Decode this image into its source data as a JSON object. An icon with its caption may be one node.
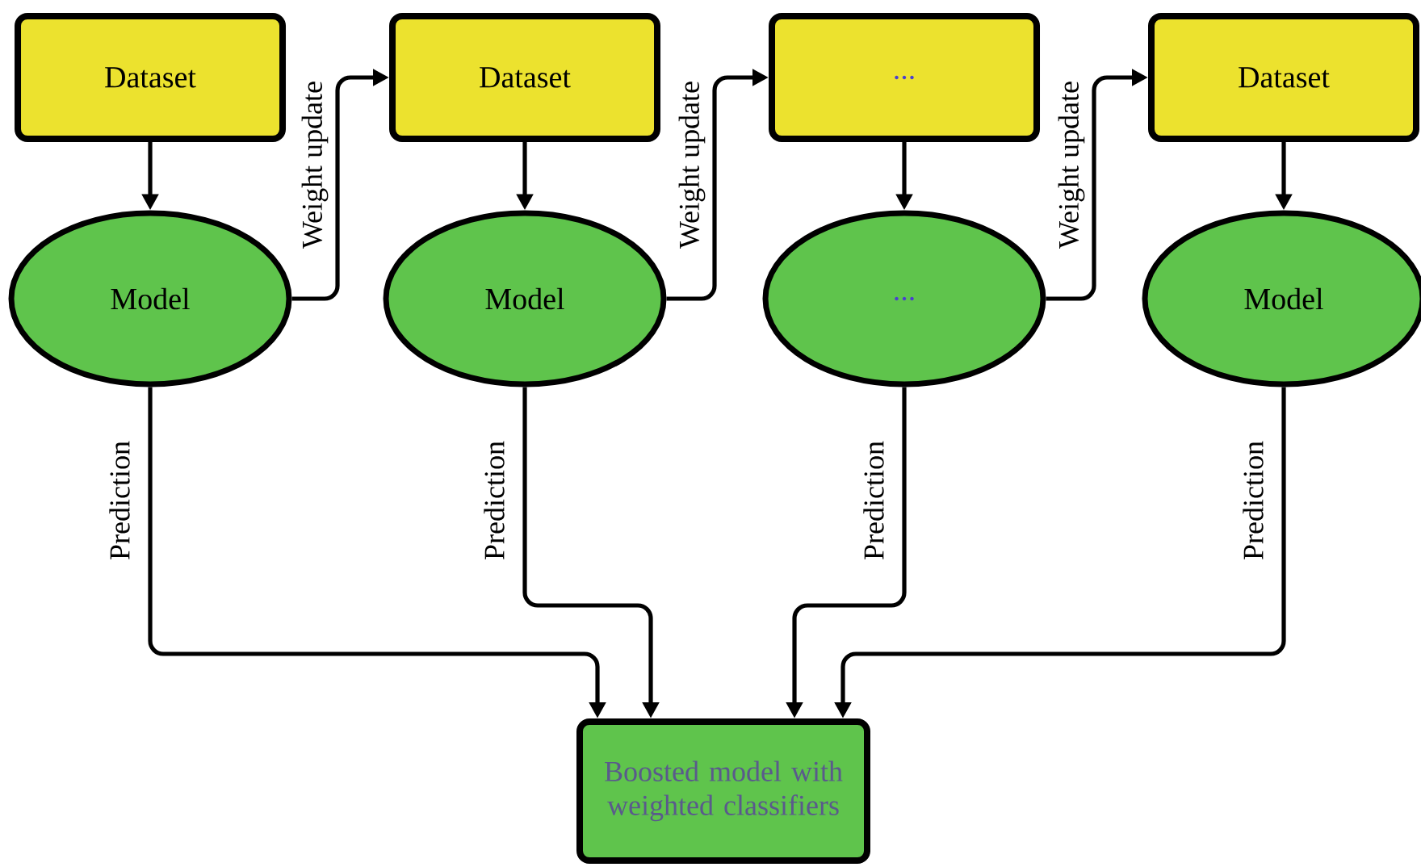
{
  "diagram": {
    "nodes": [
      {
        "text": [
          "Dataset"
        ]
      },
      {
        "text": [
          "Dataset"
        ]
      },
      {
        "text": [
          "..."
        ]
      },
      {
        "text": [
          "Dataset"
        ]
      },
      {
        "text": [
          "Model"
        ]
      },
      {
        "text": [
          "Model"
        ]
      },
      {
        "text": [
          "..."
        ]
      },
      {
        "text": [
          "Model"
        ]
      },
      {
        "text": [
          "Boosted model with weighted classifiers"
        ]
      }
    ],
    "edges": [
      {
        "from": 0,
        "to": 4,
        "arrow": "to"
      },
      {
        "from": 1,
        "to": 5,
        "arrow": "to"
      },
      {
        "from": 2,
        "to": 6,
        "arrow": "to"
      },
      {
        "from": 3,
        "to": 7,
        "arrow": "to"
      },
      {
        "from": 4,
        "to": 1,
        "arrow": "to",
        "label": "Weight update"
      },
      {
        "from": 5,
        "to": 2,
        "arrow": "to",
        "label": "Weight update"
      },
      {
        "from": 6,
        "to": 3,
        "arrow": "to",
        "label": "Weight update"
      },
      {
        "from": 4,
        "to": 8,
        "arrow": "to",
        "label": "Prediction"
      },
      {
        "from": 5,
        "to": 8,
        "arrow": "to",
        "label": "Prediction"
      },
      {
        "from": 6,
        "to": 8,
        "arrow": "to",
        "label": "Prediction"
      },
      {
        "from": 7,
        "to": 8,
        "arrow": "to",
        "label": "Prediction"
      }
    ]
  }
}
